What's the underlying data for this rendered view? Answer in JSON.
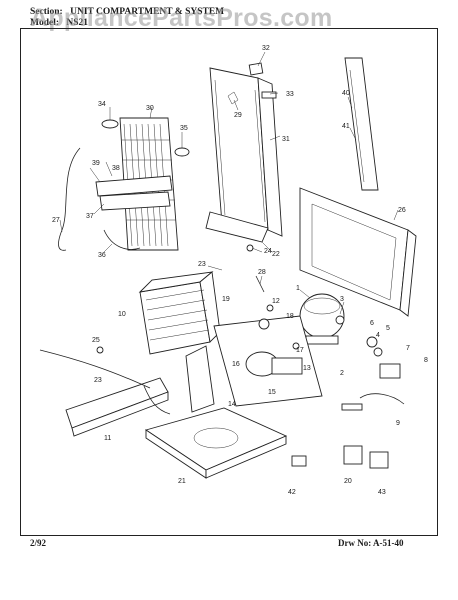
{
  "header": {
    "section_label": "Section:",
    "section_value": "UNIT COMPARTMENT & SYSTEM",
    "model_label": "Model:",
    "model_value": "NS21"
  },
  "watermark": "AppliancePartsPros.com",
  "footer": {
    "date": "2/92",
    "drawing_no": "Drw No: A-51-40"
  },
  "callouts": [
    "1",
    "2",
    "3",
    "4",
    "5",
    "6",
    "7",
    "8",
    "9",
    "10",
    "11",
    "12",
    "13",
    "14",
    "15",
    "16",
    "17",
    "18",
    "19",
    "20",
    "21",
    "22",
    "23",
    "23",
    "24",
    "25",
    "26",
    "27",
    "28",
    "29",
    "30",
    "31",
    "32",
    "33",
    "34",
    "35",
    "36",
    "37",
    "38",
    "39",
    "40",
    "41",
    "42",
    "43"
  ]
}
